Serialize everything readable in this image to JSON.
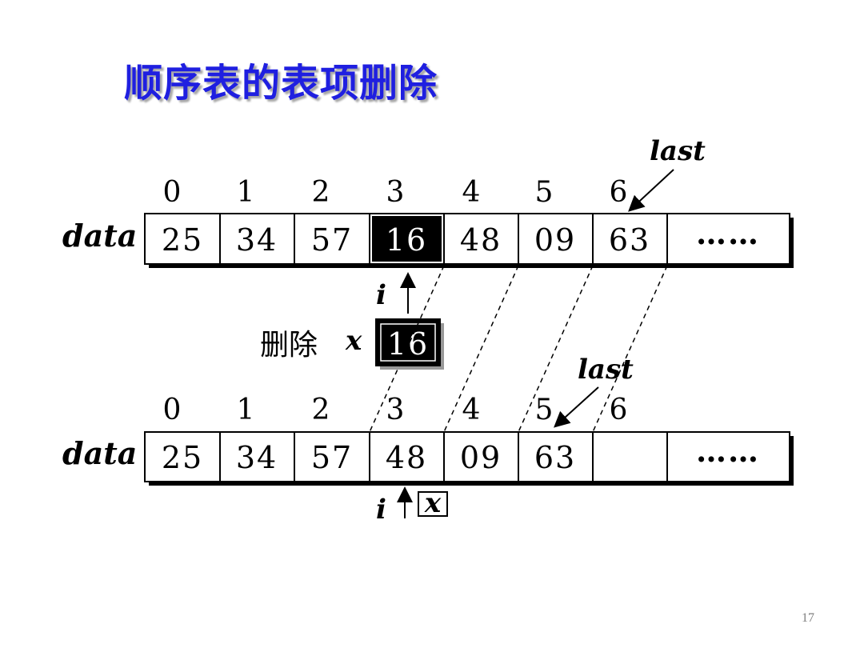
{
  "title": "顺序表的表项删除",
  "page_number": "17",
  "top_array": {
    "label": "data",
    "indices": [
      "0",
      "1",
      "2",
      "3",
      "4",
      "5",
      "6"
    ],
    "cells": [
      "25",
      "34",
      "57",
      "16",
      "48",
      "09",
      "63",
      "……"
    ],
    "highlight_index": 3,
    "last_label": "last",
    "i_label": "i"
  },
  "delete_box": {
    "label": "删除",
    "var": "x",
    "value": "16"
  },
  "bottom_array": {
    "label": "data",
    "indices": [
      "0",
      "1",
      "2",
      "3",
      "4",
      "5",
      "6"
    ],
    "cells": [
      "25",
      "34",
      "57",
      "48",
      "09",
      "63",
      "",
      "……"
    ],
    "last_label": "last",
    "i_label": "i",
    "x_label": "x"
  },
  "colors": {
    "title": "#1f1fe0",
    "cell_highlight": "#000000",
    "page_number": "#7f7f7f"
  }
}
